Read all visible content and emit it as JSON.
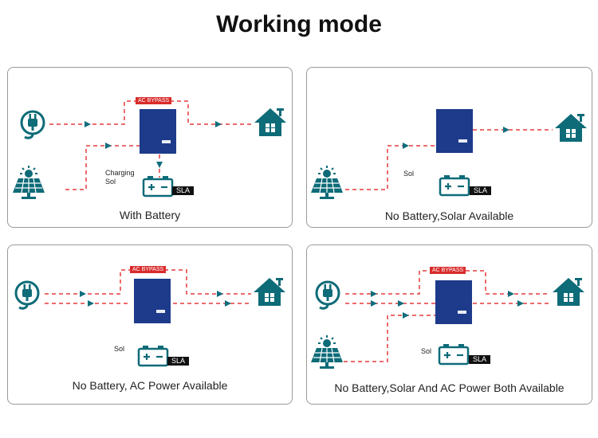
{
  "page": {
    "title": "Working mode"
  },
  "labels": {
    "ac_bypass": "AC BYPASS",
    "battery_tag": "SLA",
    "charging": "Charging",
    "sol": "Sol"
  },
  "colors": {
    "red_line": "#e53b3b",
    "arrow": "#0f6d7c",
    "inverter": "#1d3b8a",
    "icon": "#0e6b78",
    "tag_bg": "#111111"
  },
  "panels": [
    {
      "caption": "With Battery"
    },
    {
      "caption": "No Battery,Solar Available"
    },
    {
      "caption": "No Battery, AC Power Available"
    },
    {
      "caption": "No Battery,Solar And AC Power Both Available"
    }
  ]
}
